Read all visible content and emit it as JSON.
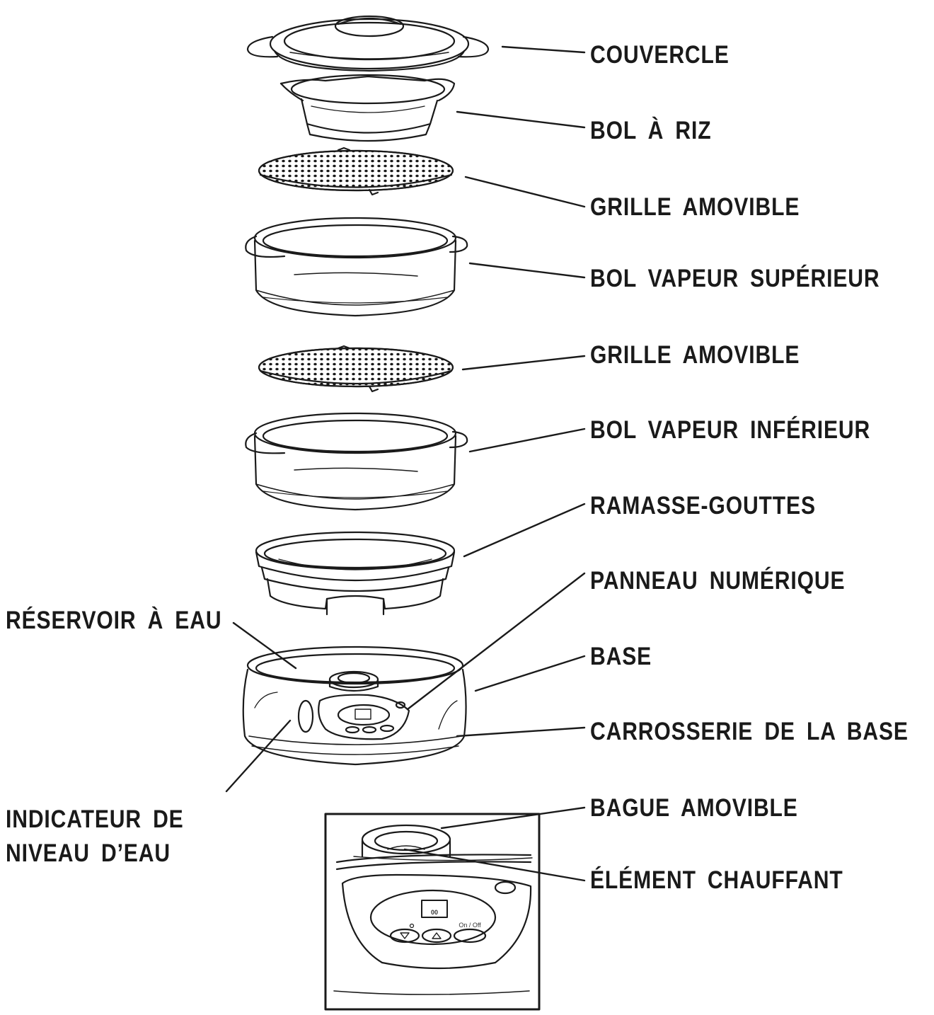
{
  "labels": {
    "couvercle": "COUVERCLE",
    "bol_a_riz": "BOL À RIZ",
    "grille_amovible_1": "GRILLE AMOVIBLE",
    "bol_vapeur_superieur": "BOL VAPEUR SUPÉRIEUR",
    "grille_amovible_2": "GRILLE AMOVIBLE",
    "bol_vapeur_inferieur": "BOL VAPEUR INFÉRIEUR",
    "ramasse_gouttes": "RAMASSE-GOUTTES",
    "panneau_numerique": "PANNEAU NUMÉRIQUE",
    "reservoir_a_eau": "RÉSERVOIR À EAU",
    "base": "BASE",
    "carrosserie_de_la_base": "CARROSSERIE DE LA BASE",
    "indicateur_line1": "INDICATEUR DE",
    "indicateur_line2": "NIVEAU D’EAU",
    "bague_amovible": "BAGUE AMOVIBLE",
    "element_chauffant": "ÉLÉMENT CHAUFFANT"
  },
  "panel": {
    "display": "00",
    "power_label": "On / Off"
  },
  "colors": {
    "ink": "#1a1a1a",
    "background": "#ffffff"
  }
}
